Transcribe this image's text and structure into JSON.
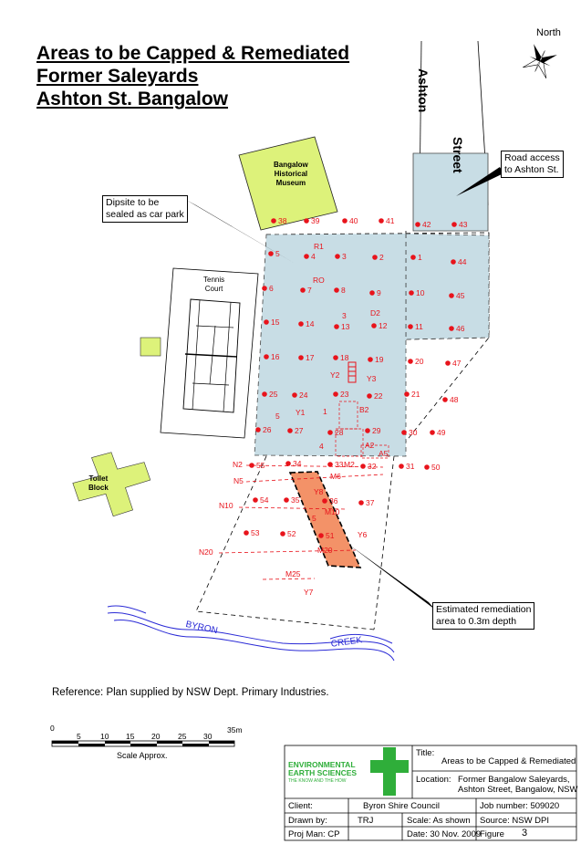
{
  "title": {
    "line1": "Areas to be Capped & Remediated",
    "line2": "Former Saleyards",
    "line3": "Ashton St. Bangalow"
  },
  "north_label": "North",
  "street_labels": {
    "ashton": "Ashton",
    "street": "Street"
  },
  "features": {
    "museum": [
      "Bangalow",
      "Historical",
      "Museum"
    ],
    "tennis": [
      "Tennis",
      "Court"
    ],
    "toilet": [
      "Toilet",
      "Block"
    ],
    "creek_byron": "BYRON",
    "creek_creek": "CREEK"
  },
  "callouts": {
    "dipsite": [
      "Dipsite to be",
      "sealed as car park"
    ],
    "road_access": [
      "Road access",
      "to Ashton St."
    ],
    "remediation": [
      "Estimated remediation",
      "area to 0.3m depth"
    ]
  },
  "reference": "Reference: Plan supplied by NSW Dept. Primary Industries.",
  "scale": {
    "ticks": [
      "0",
      "5",
      "10",
      "15",
      "20",
      "25",
      "30",
      "35m"
    ],
    "label": "Scale Approx."
  },
  "title_block": {
    "logo": [
      "ENVIRONMENTAL",
      "EARTH SCIENCES",
      "THE KNOW AND THE HOW"
    ],
    "title_label": "Title:",
    "title_value": "Areas to be Capped & Remediated",
    "location_label": "Location:",
    "location_value": [
      "Former Bangalow Saleyards,",
      "Ashton Street, Bangalow, NSW"
    ],
    "client_label": "Client:",
    "client_value": "Byron Shire Council",
    "job": "Job number: 509020",
    "drawn_label": "Drawn by:",
    "drawn_value": "TRJ",
    "scale": "Scale: As shown",
    "source": "Source: NSW DPI",
    "projman": "Proj Man: CP",
    "date": "Date: 30 Nov. 2009",
    "figure_label": "Figure",
    "figure_value": "3"
  },
  "colors": {
    "sample_point": "#e8131b",
    "car_park_fill": "#c8dde5",
    "remediation_fill": "#f39268",
    "feature_fill": "#ddf27a",
    "creek": "#2a2ad6",
    "logo_green": "#2fae3a"
  },
  "sample_points": [
    {
      "id": "38"
    },
    {
      "id": "39"
    },
    {
      "id": "40"
    },
    {
      "id": "41"
    },
    {
      "id": "42"
    },
    {
      "id": "43"
    },
    {
      "id": "5"
    },
    {
      "id": "4"
    },
    {
      "id": "3"
    },
    {
      "id": "2"
    },
    {
      "id": "1"
    },
    {
      "id": "44"
    },
    {
      "id": "6"
    },
    {
      "id": "7"
    },
    {
      "id": "8"
    },
    {
      "id": "9"
    },
    {
      "id": "10"
    },
    {
      "id": "45"
    },
    {
      "id": "15"
    },
    {
      "id": "14"
    },
    {
      "id": "13"
    },
    {
      "id": "12"
    },
    {
      "id": "11"
    },
    {
      "id": "46"
    },
    {
      "id": "16"
    },
    {
      "id": "17"
    },
    {
      "id": "18"
    },
    {
      "id": "19"
    },
    {
      "id": "20"
    },
    {
      "id": "47"
    },
    {
      "id": "25"
    },
    {
      "id": "24"
    },
    {
      "id": "23"
    },
    {
      "id": "22"
    },
    {
      "id": "21"
    },
    {
      "id": "48"
    },
    {
      "id": "26"
    },
    {
      "id": "27"
    },
    {
      "id": "28"
    },
    {
      "id": "29"
    },
    {
      "id": "30"
    },
    {
      "id": "49"
    },
    {
      "id": "55"
    },
    {
      "id": "34"
    },
    {
      "id": "33"
    },
    {
      "id": "32"
    },
    {
      "id": "31"
    },
    {
      "id": "50"
    },
    {
      "id": "54"
    },
    {
      "id": "35"
    },
    {
      "id": "36"
    },
    {
      "id": "37"
    },
    {
      "id": "53"
    },
    {
      "id": "52"
    },
    {
      "id": "51"
    }
  ],
  "text_labels": [
    {
      "text": "R1"
    },
    {
      "text": "RO"
    },
    {
      "text": "3"
    },
    {
      "text": "D2"
    },
    {
      "text": "Y2"
    },
    {
      "text": "Y3"
    },
    {
      "text": "1"
    },
    {
      "text": "B2"
    },
    {
      "text": "5"
    },
    {
      "text": "Y1"
    },
    {
      "text": "4"
    },
    {
      "text": "A2"
    },
    {
      "text": "A5"
    },
    {
      "text": "M2"
    },
    {
      "text": "N2"
    },
    {
      "text": "N5"
    },
    {
      "text": "M6"
    },
    {
      "text": "Y8"
    },
    {
      "text": "N10"
    },
    {
      "text": "M10"
    },
    {
      "text": "5"
    },
    {
      "text": "Y6"
    },
    {
      "text": "N20"
    },
    {
      "text": "M20"
    },
    {
      "text": "M25"
    },
    {
      "text": "Y7"
    }
  ]
}
